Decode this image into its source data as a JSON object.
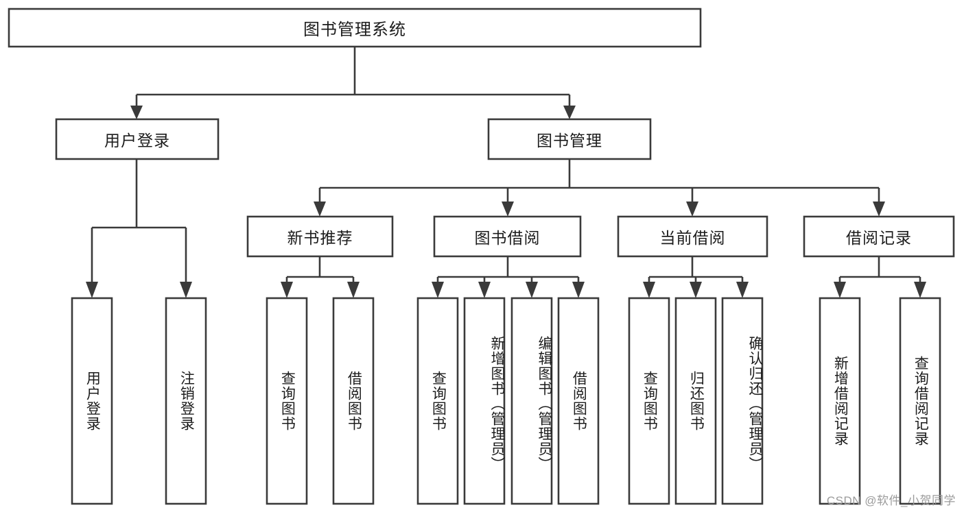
{
  "diagram": {
    "kind": "function-tree",
    "title": "图书管理系统",
    "line_color": "#3a3a3a",
    "box_fill": "#ffffff",
    "text_color": "#1c1c1c",
    "background": "#ffffff",
    "root": {
      "label": "图书管理系统"
    },
    "level1": [
      {
        "label": "用户登录"
      },
      {
        "label": "图书管理"
      }
    ],
    "level2": [
      {
        "label": "新书推荐"
      },
      {
        "label": "图书借阅"
      },
      {
        "label": "当前借阅"
      },
      {
        "label": "借阅记录"
      }
    ],
    "leaves": {
      "user_login": [
        {
          "label": "用户登录"
        },
        {
          "label": "注销登录"
        }
      ],
      "new_book_recommend": [
        {
          "label": "查询图书"
        },
        {
          "label": "借阅图书"
        }
      ],
      "book_borrow": [
        {
          "label": "查询图书"
        },
        {
          "label": "新增图书（管理员）"
        },
        {
          "label": "编辑图书（管理员）"
        },
        {
          "label": "借阅图书"
        }
      ],
      "current_borrow": [
        {
          "label": "查询图书"
        },
        {
          "label": "归还图书"
        },
        {
          "label": "确认归还（管理员）"
        }
      ],
      "borrow_records": [
        {
          "label": "新增借阅记录"
        },
        {
          "label": "查询借阅记录"
        }
      ]
    }
  },
  "watermark": {
    "text": "CSDN @软件_小贺同学"
  }
}
